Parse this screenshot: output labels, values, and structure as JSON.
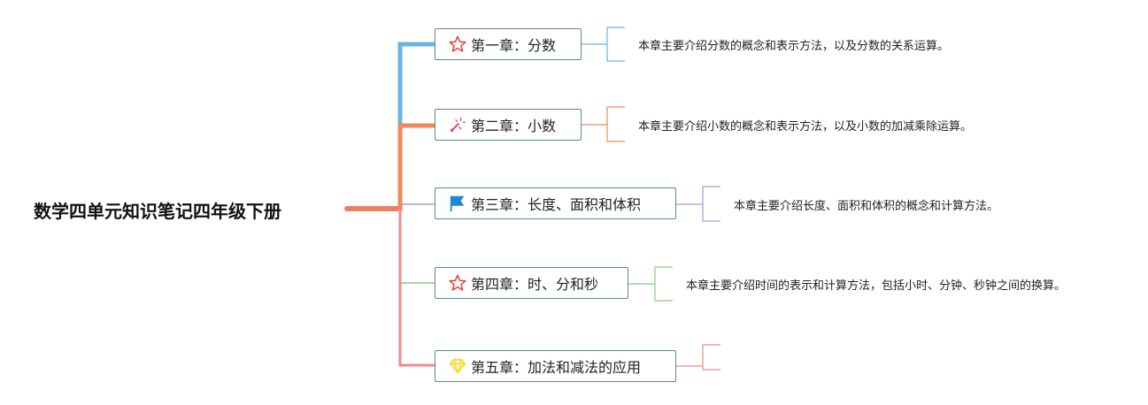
{
  "root": {
    "title": "数学四单元知识笔记四年级下册"
  },
  "chapters": [
    {
      "label": "第一章：分数",
      "icon": "star-outline-icon",
      "branch_color": "#6ab4e0",
      "desc": "本章主要介绍分数的概念和表示方法，以及分数的关系运算。"
    },
    {
      "label": "第二章：小数",
      "icon": "magic-wand-icon",
      "branch_color": "#ee8a5c",
      "desc": "本章主要介绍小数的概念和表示方法，以及小数的加减乘除运算。"
    },
    {
      "label": "第三章：长度、面积和体积",
      "icon": "flag-icon",
      "branch_color": "#ab9ad6",
      "desc": "本章主要介绍长度、面积和体积的概念和计算方法。"
    },
    {
      "label": "第四章：时、分和秒",
      "icon": "star-outline-icon",
      "branch_color": "#8cc97e",
      "desc": "本章主要介绍时间的表示和计算方法，包括小时、分钟、秒钟之间的换算。"
    },
    {
      "label": "第五章：加法和减法的应用",
      "icon": "diamond-icon",
      "branch_color": "#ec8c8c",
      "desc": ""
    }
  ],
  "colors": {
    "root_stem": "#f07f62",
    "node_border": "#5a8f7a",
    "star": "#e23d3d",
    "flag": "#1e88d6",
    "diamond": "#f2d72b"
  }
}
